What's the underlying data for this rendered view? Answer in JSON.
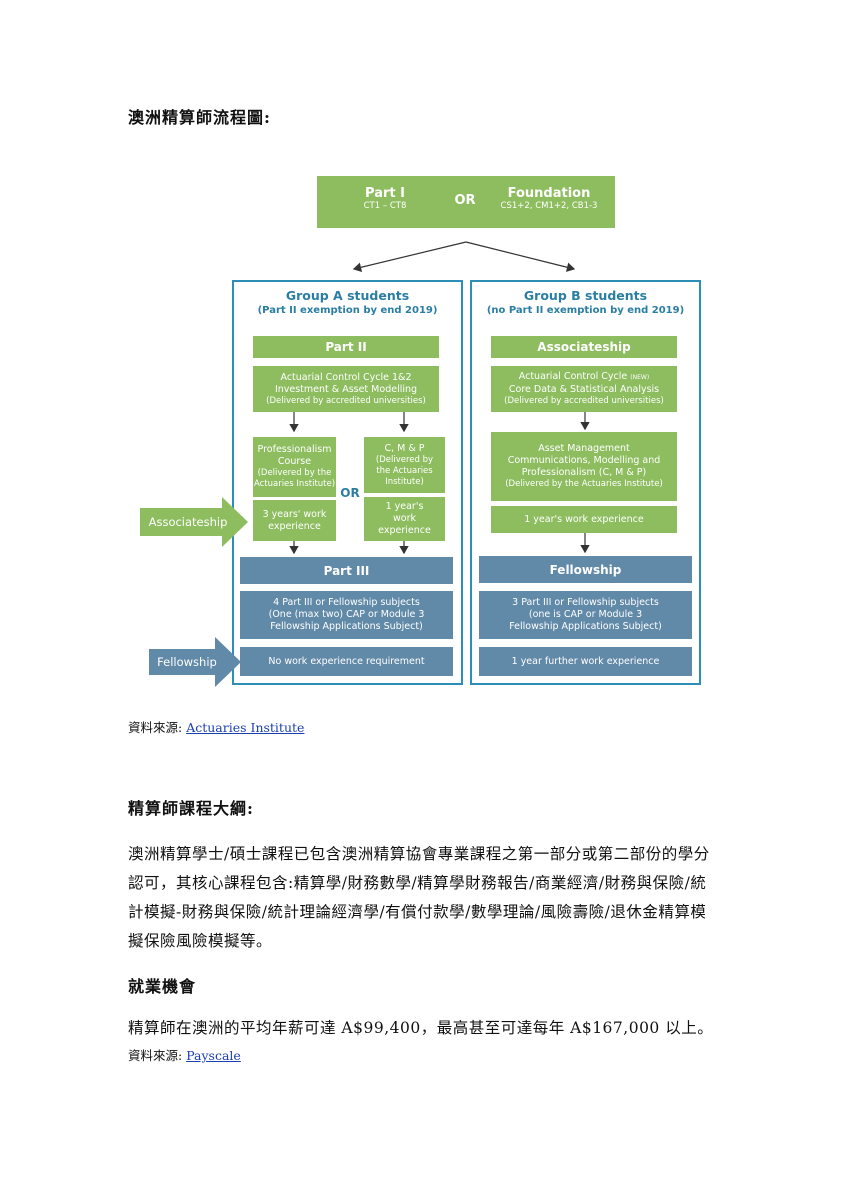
{
  "page": {
    "heading_flowchart": "澳洲精算師流程圖:",
    "source1_prefix": "資料來源: ",
    "source1_link": "Actuaries Institute",
    "heading_curriculum": "精算師課程大綱:",
    "curriculum_text": "澳洲精算學士/碩士課程已包含澳洲精算協會專業課程之第一部分或第二部份的學分認可，其核心課程包含:精算學/財務數學/精算學財務報告/商業經濟/財務與保險/統計模擬-財務與保險/統計理論經濟學/有償付款學/數學理論/風險壽險/退休金精算模擬保險風險模擬等。",
    "heading_career": "就業機會",
    "career_text": "精算師在澳洲的平均年薪可達 A$99,400，最高甚至可達每年 A$167,000 以上。",
    "source2_prefix": "資料來源: ",
    "source2_link": "Payscale"
  },
  "flowchart": {
    "top_left_title": "Part I",
    "top_left_sub": "CT1 – CT8",
    "top_or": "OR",
    "top_right_title": "Foundation",
    "top_right_sub": "CS1+2, CM1+2, CB1-3",
    "groupA": {
      "title": "Group A students",
      "subtitle": "(Part II exemption by end 2019)",
      "part2": "Part II",
      "acc_line1": "Actuarial Control Cycle 1&2",
      "acc_line2": "Investment & Asset Modelling",
      "acc_line3": "(Delivered by accredited universities)",
      "prof_line1": "Professionalism",
      "prof_line2": "Course",
      "prof_line3": "(Delivered by the",
      "prof_line4": "Actuaries Institute)",
      "cmp_line1": "C, M & P",
      "cmp_line2": "(Delivered by",
      "cmp_line3": "the Actuaries",
      "cmp_line4": "Institute)",
      "mid_or": "OR",
      "work3_line1": "3 years' work",
      "work3_line2": "experience",
      "work1_line1": "1 year's",
      "work1_line2": "work",
      "work1_line3": "experience",
      "part3": "Part III",
      "subjects_line1": "4 Part III or Fellowship subjects",
      "subjects_line2": "(One (max two) CAP or Module 3",
      "subjects_line3": "Fellowship Applications Subject)",
      "no_work": "No work experience requirement"
    },
    "groupB": {
      "title": "Group B students",
      "subtitle": "(no Part II exemption by end 2019)",
      "assoc": "Associateship",
      "acc_line1": "Actuarial Control Cycle",
      "acc_new": "(NEW)",
      "acc_line2": "Core Data & Statistical Analysis",
      "acc_line3": "(Delivered by accredited universities)",
      "am_line1": "Asset Management",
      "am_line2": "Communications, Modelling and",
      "am_line3": "Professionalism (C, M & P)",
      "am_line4": "(Delivered by the Actuaries Institute)",
      "work": "1 year's work experience",
      "fellowship": "Fellowship",
      "subjects_line1": "3 Part III or Fellowship subjects",
      "subjects_line2": "(one is CAP or Module 3",
      "subjects_line3": "Fellowship Applications Subject)",
      "further_work": "1 year further work experience"
    },
    "arrow_associateship": "Associateship",
    "arrow_fellowship": "Fellowship",
    "colors": {
      "green": "#8dbd5f",
      "blue": "#6189a8",
      "teal": "#2d8fb5"
    }
  }
}
